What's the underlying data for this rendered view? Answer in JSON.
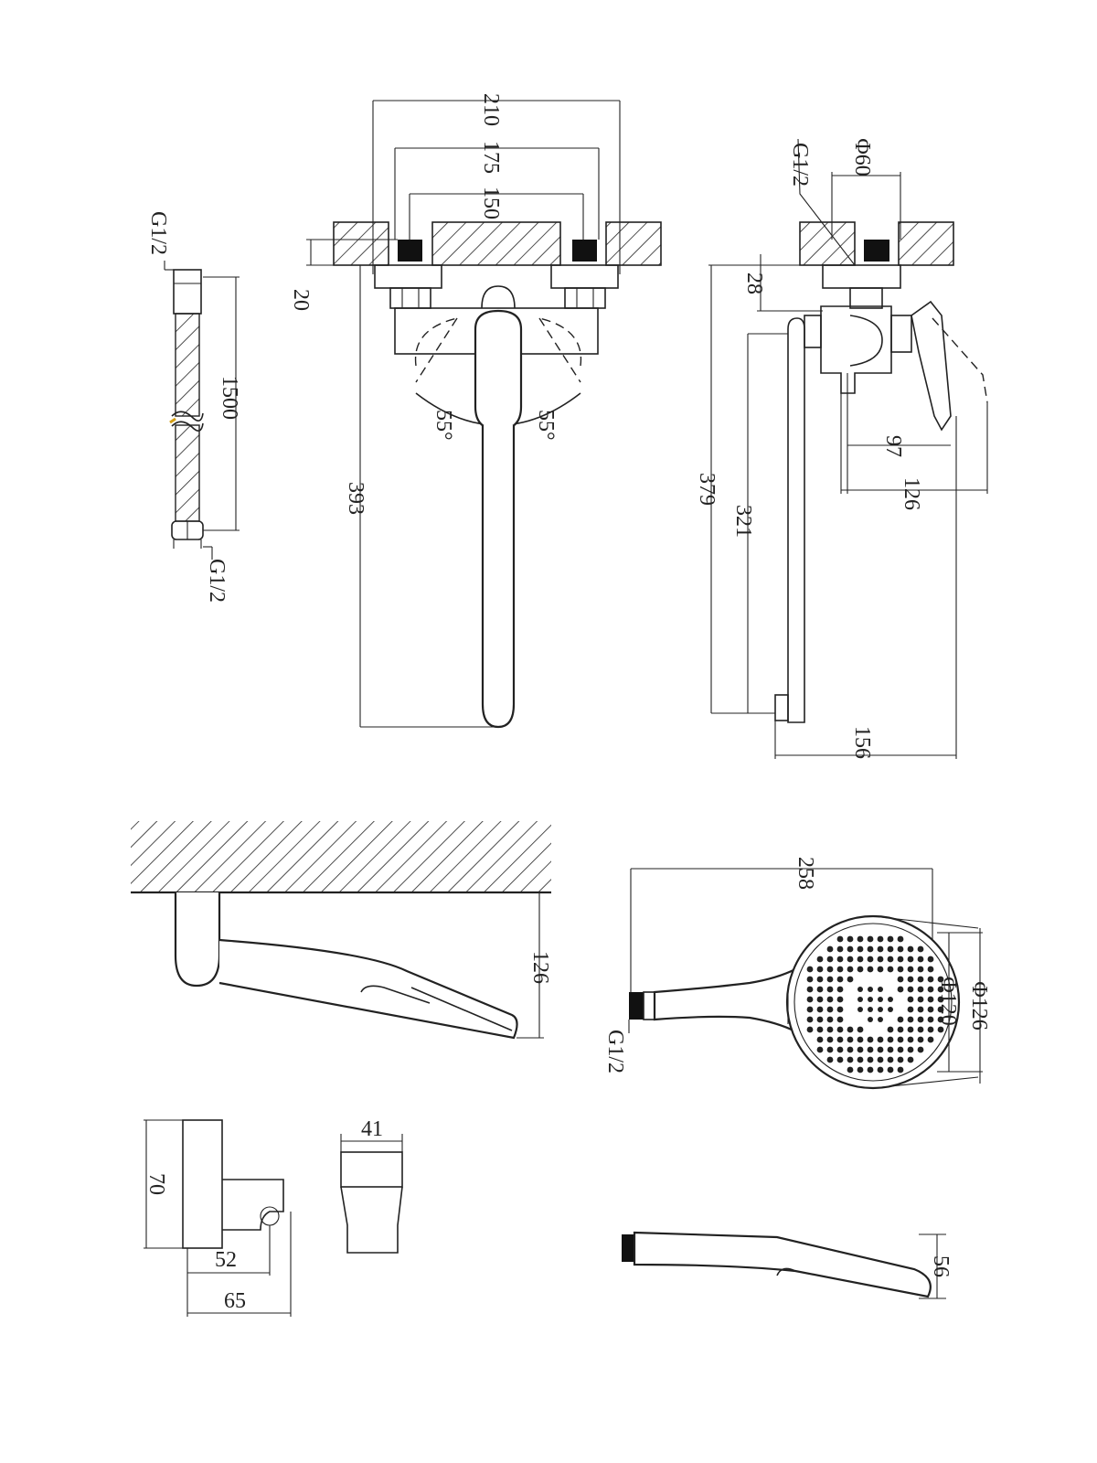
{
  "hose": {
    "thread_top": "G1/2",
    "length": "1500",
    "thread_bottom": "G1/2"
  },
  "front": {
    "width_outer": "210",
    "width_mid": "175",
    "width_inner": "150",
    "wall_offset": "20",
    "height": "393",
    "angle_left": "55°",
    "angle_right": "55°"
  },
  "side": {
    "thread": "G1/2",
    "diameter": "Φ60",
    "wall_gap": "28",
    "height_outer": "379",
    "height_inner": "321",
    "handle_inner": "97",
    "handle_outer": "126",
    "spout_depth": "156"
  },
  "spout": {
    "height": "126"
  },
  "handshower": {
    "length": "258",
    "face_inner": "Φ120",
    "face_outer": "Φ126",
    "thread": "G1/2"
  },
  "holder": {
    "height": "70",
    "depth_inner": "52",
    "depth_outer": "65",
    "width": "41"
  },
  "handshower_side": {
    "thickness": "56"
  }
}
